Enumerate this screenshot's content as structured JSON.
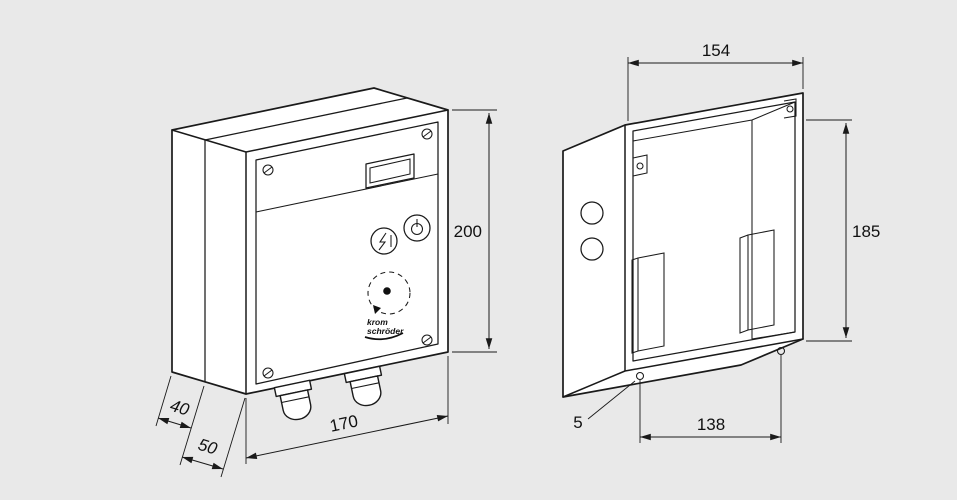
{
  "colors": {
    "background": "#e9e9e9",
    "line": "#1a1a1a"
  },
  "front_view": {
    "logo": {
      "line1": "krom",
      "line2": "schröder"
    },
    "dimensions": {
      "height": "200",
      "width": "170",
      "depth_rear": "40",
      "depth_front": "50"
    }
  },
  "rear_view": {
    "dimensions": {
      "width": "154",
      "height": "185",
      "hole_diameter": "5",
      "hole_spacing": "138"
    }
  }
}
